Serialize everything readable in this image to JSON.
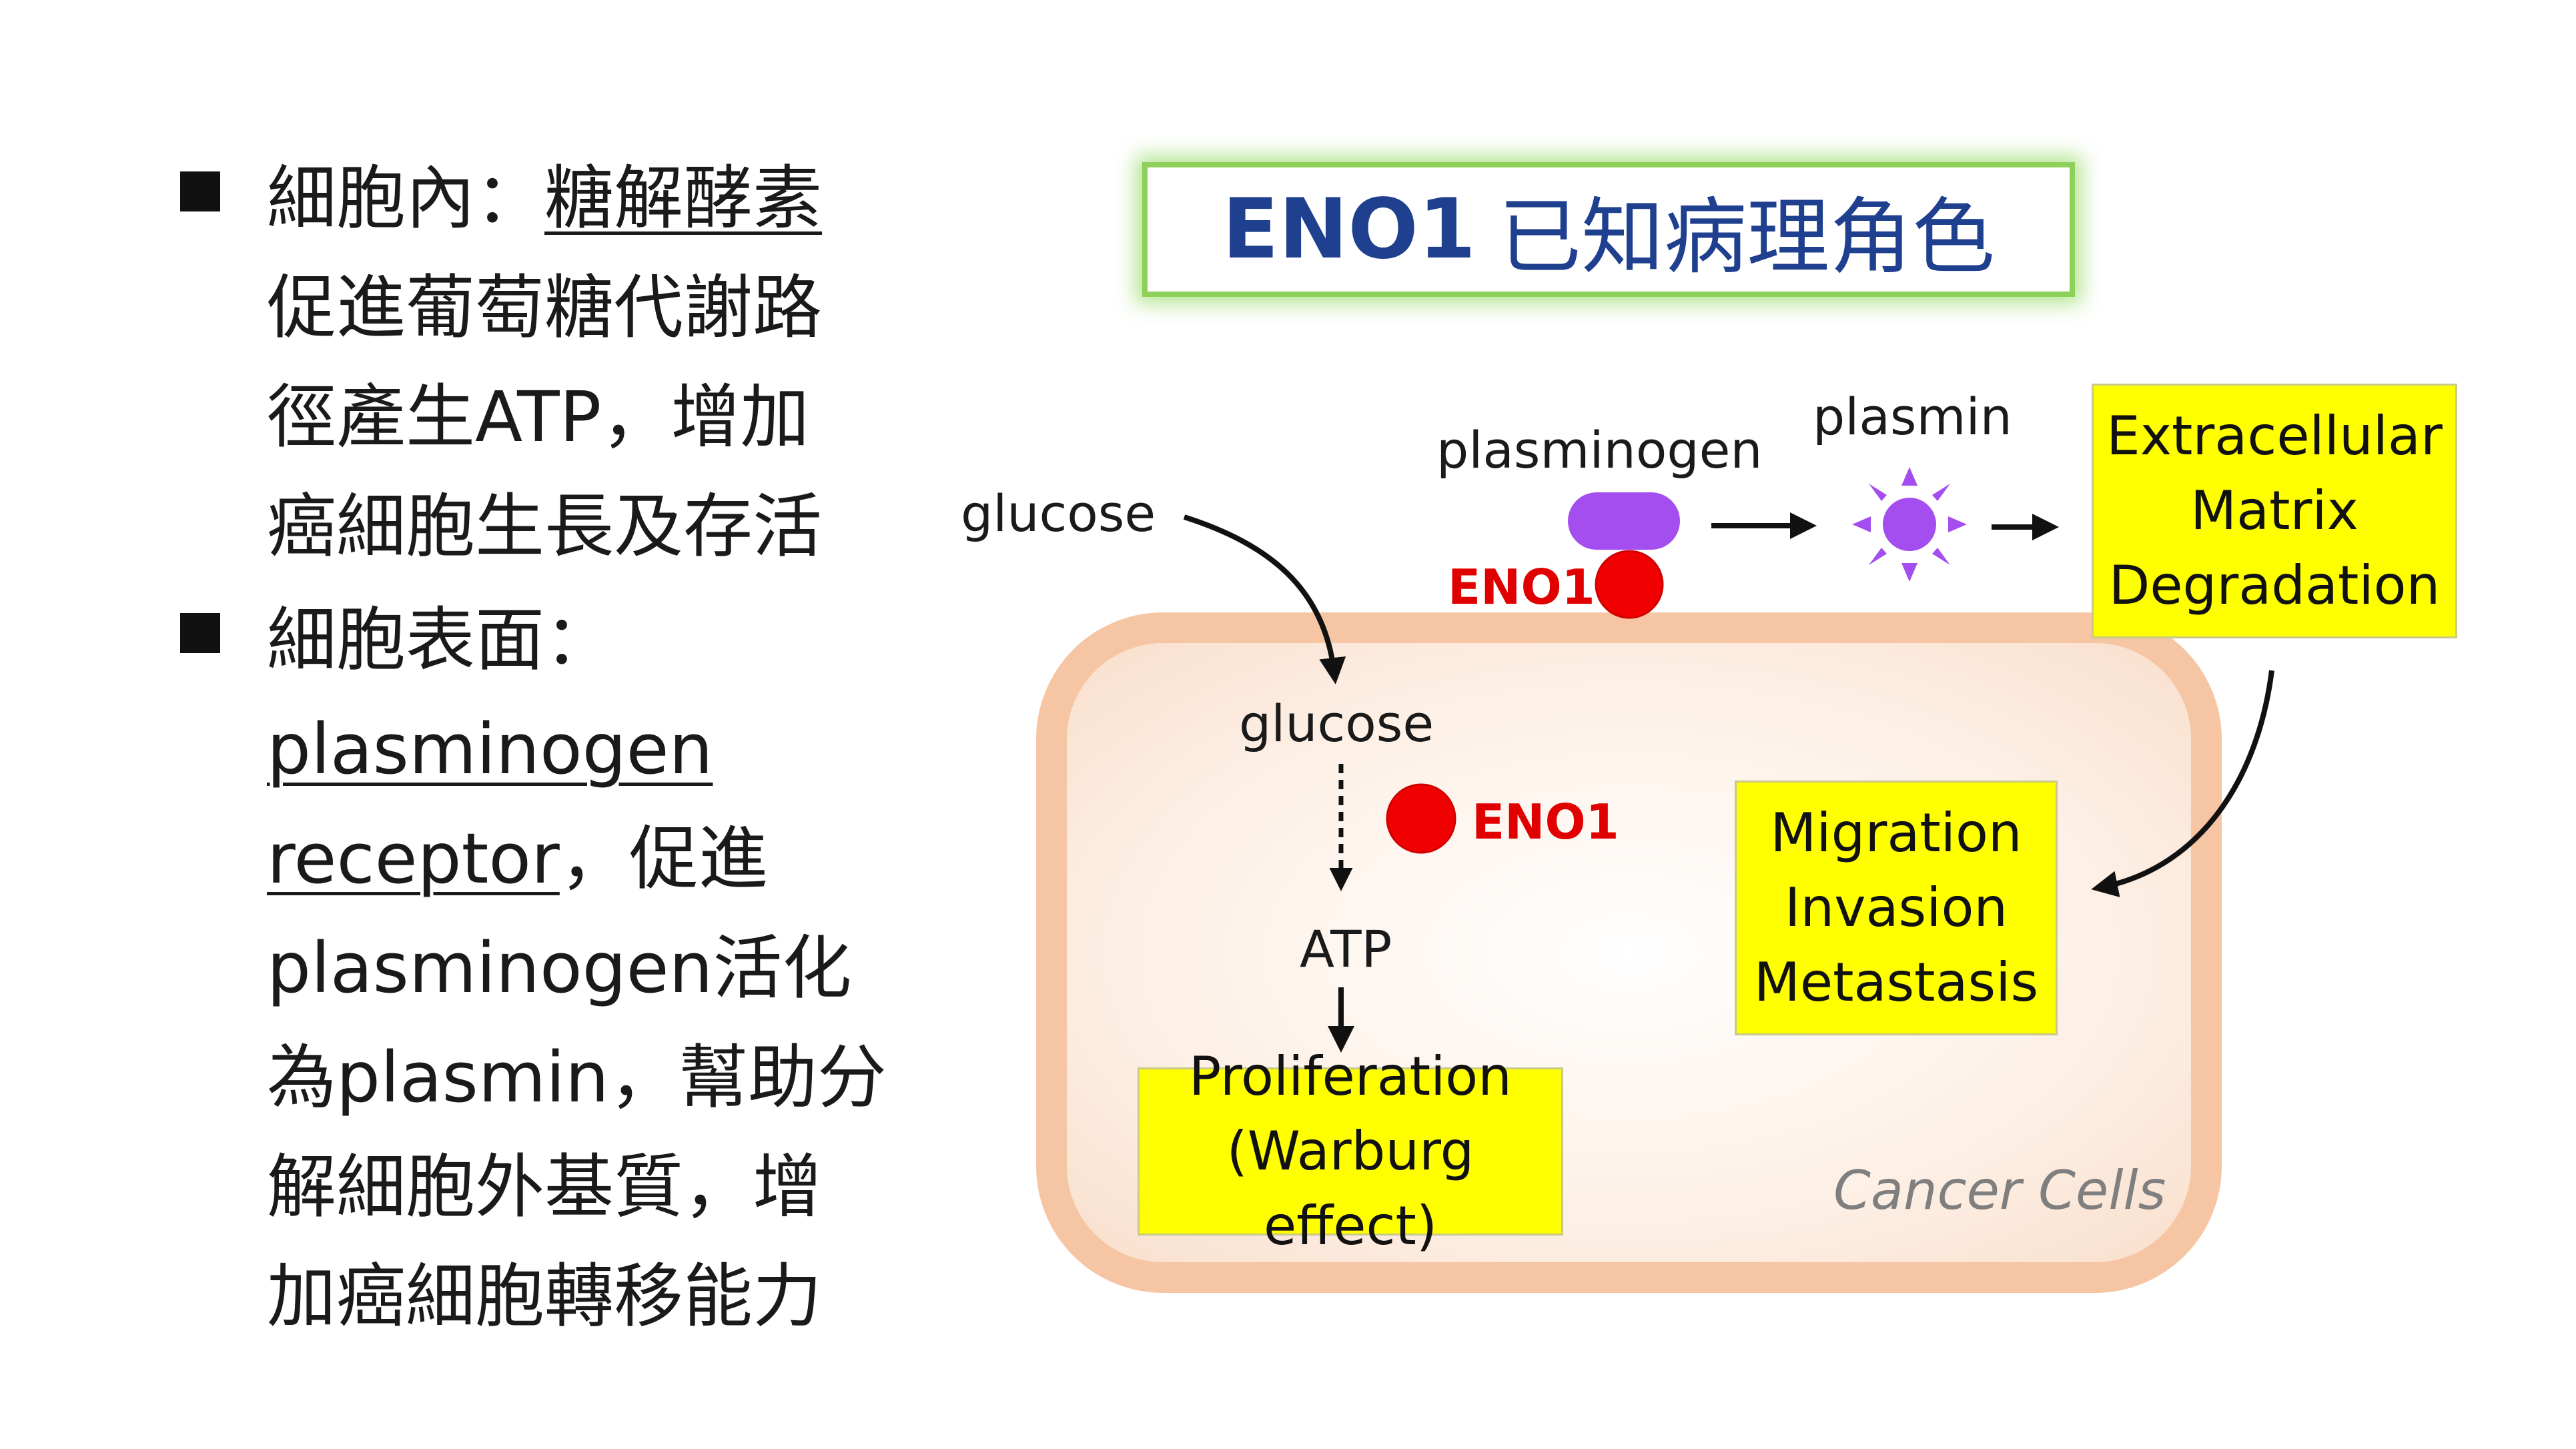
{
  "bullets": [
    {
      "lines": [
        [
          {
            "t": "細胞內：",
            "u": false
          },
          {
            "t": "糖解酵素",
            "u": true
          }
        ],
        [
          {
            "t": "促進葡萄糖代謝路",
            "u": false
          }
        ],
        [
          {
            "t": "徑產生ATP，增加",
            "u": false
          }
        ],
        [
          {
            "t": "癌細胞生長及存活",
            "u": false
          }
        ]
      ]
    },
    {
      "lines": [
        [
          {
            "t": "細胞表面：",
            "u": false
          }
        ],
        [
          {
            "t": "plasminogen",
            "u": true
          }
        ],
        [
          {
            "t": "receptor",
            "u": true
          },
          {
            "t": "，促進",
            "u": false
          }
        ],
        [
          {
            "t": "plasminogen活化",
            "u": false
          }
        ],
        [
          {
            "t": "為plasmin，幫助分",
            "u": false
          }
        ],
        [
          {
            "t": "解細胞外基質，增",
            "u": false
          }
        ],
        [
          {
            "t": "加癌細胞轉移能力",
            "u": false
          }
        ]
      ]
    }
  ],
  "diagram": {
    "title_bold": "ENO1",
    "title_zh": "已知病理角色",
    "glucose_outside": "glucose",
    "glucose_inside": "glucose",
    "atp": "ATP",
    "eno1_inside": "ENO1",
    "eno1_surface": "ENO1",
    "plasminogen": "plasminogen",
    "plasmin": "plasmin",
    "proliferation_lines": [
      "Proliferation",
      "(Warburg effect)"
    ],
    "ecm_lines": [
      "Extracellular",
      "Matrix",
      "Degradation"
    ],
    "migration_lines": [
      "Migration",
      "Invasion",
      "Metastasis"
    ],
    "cancer_cells": "Cancer Cells"
  },
  "colors": {
    "title_text": "#1f3f8f",
    "title_border": "#8dd05a",
    "eno1": "#e00000",
    "plasminogen": "#a44ef0",
    "plasmin": "#a44ef0",
    "highlight_box": "#ffff00",
    "cell_membrane": "#f6c6a4"
  }
}
